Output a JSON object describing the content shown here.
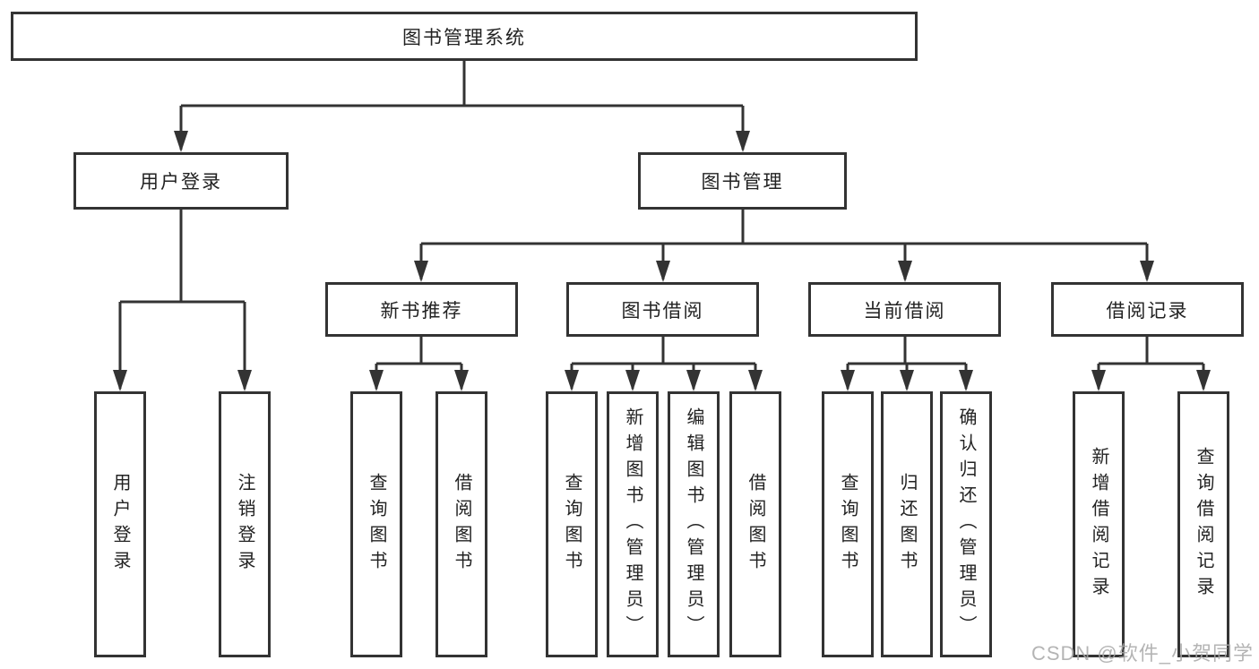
{
  "tree": {
    "root": {
      "label": "图书管理系统",
      "children": [
        {
          "label": "用户登录",
          "children": [
            {
              "label": "用户登录"
            },
            {
              "label": "注销登录"
            }
          ]
        },
        {
          "label": "图书管理",
          "children": [
            {
              "label": "新书推荐",
              "children": [
                {
                  "label": "查询图书"
                },
                {
                  "label": "借阅图书"
                }
              ]
            },
            {
              "label": "图书借阅",
              "children": [
                {
                  "label": "查询图书"
                },
                {
                  "label": "新增图书（管理员）"
                },
                {
                  "label": "编辑图书（管理员）"
                },
                {
                  "label": "借阅图书"
                }
              ]
            },
            {
              "label": "当前借阅",
              "children": [
                {
                  "label": "查询图书"
                },
                {
                  "label": "归还图书"
                },
                {
                  "label": "确认归还（管理员）"
                }
              ]
            },
            {
              "label": "借阅记录",
              "children": [
                {
                  "label": "新增借阅记录"
                },
                {
                  "label": "查询借阅记录"
                }
              ]
            }
          ]
        }
      ]
    }
  },
  "watermark": {
    "text": "CSDN @软件_小贺同学"
  },
  "colors": {
    "line": "#333333",
    "text": "#222222",
    "watermark": "#a8a8a8",
    "background": "#ffffff"
  }
}
